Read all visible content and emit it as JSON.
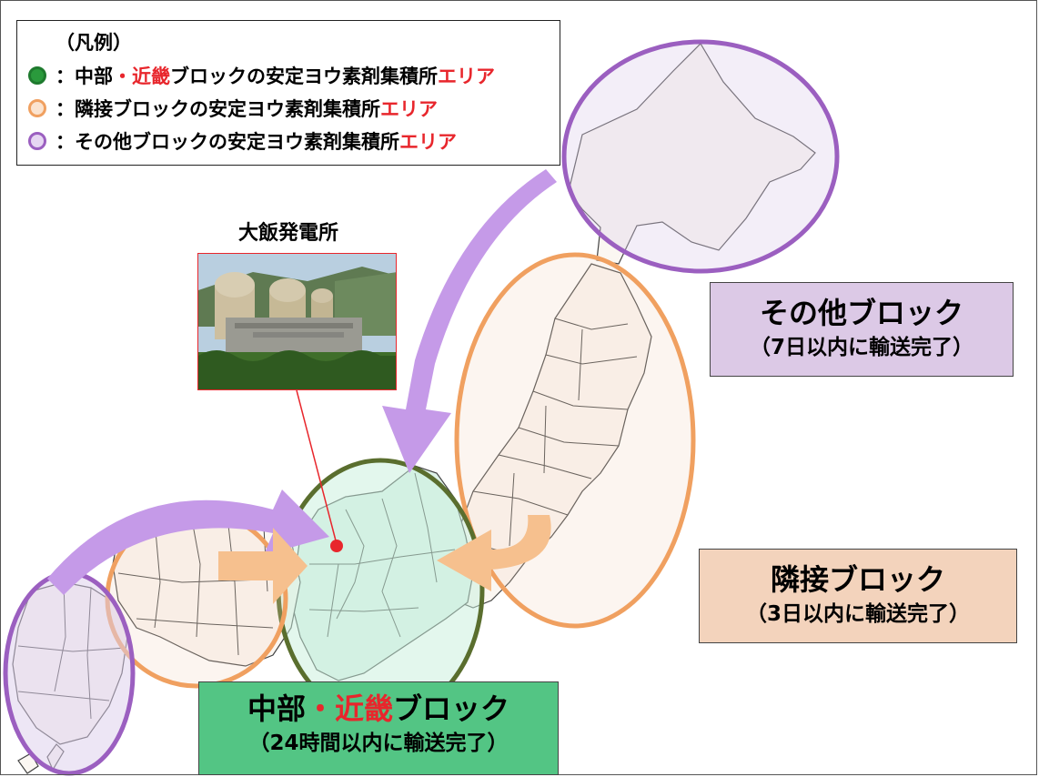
{
  "legend": {
    "heading": "（凡例）",
    "items": [
      {
        "prefix": "：中部",
        "dot": "・",
        "highlight": "近畿",
        "middle": "ブロックの安定ヨウ素剤集積所",
        "suffix": "エリア",
        "color": "#2a9a3c"
      },
      {
        "prefix": "：隣接",
        "dot": "",
        "highlight": "",
        "middle": "ブロックの安定ヨウ素剤集積所",
        "suffix": "エリア",
        "color": "#f0a060"
      },
      {
        "prefix": "：その他",
        "dot": "",
        "highlight": "",
        "middle": "ブロックの安定ヨウ素剤集積所",
        "suffix": "エリア",
        "color": "#9b5fc0"
      }
    ]
  },
  "plant": {
    "title": "大飯発電所"
  },
  "blocks": {
    "other": {
      "name": "その他ブロック",
      "note": "（7日以内に輸送完了）",
      "color": "#dcc9e6"
    },
    "adjacent": {
      "name": "隣接ブロック",
      "note": "（3日以内に輸送完了）",
      "color": "#f3d3bc"
    },
    "chubu": {
      "name_a": "中部",
      "dot": "・",
      "name_b": "近畿",
      "name_c": "ブロック",
      "note": "（24時間以内に輸送完了）",
      "color": "#53c584"
    }
  },
  "colors": {
    "ellipse_other": "#9b5fc0",
    "ellipse_adjacent": "#f0a060",
    "ellipse_chubu": "#5a6e2e",
    "arrow_other": "#c59ae8",
    "arrow_adjacent": "#f6c08e",
    "highlight_red": "#e8262c"
  }
}
